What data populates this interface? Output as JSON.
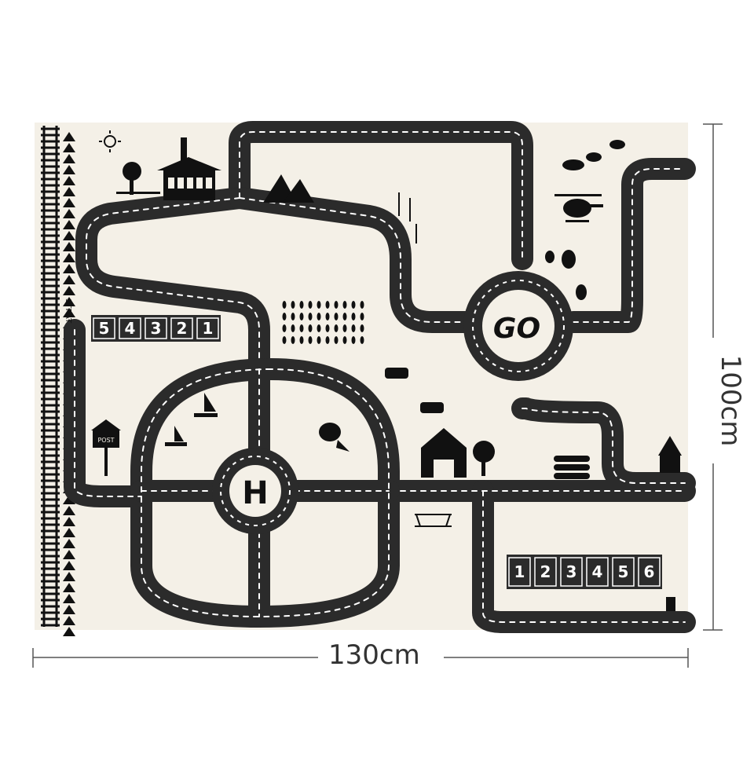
{
  "dimensions": {
    "width_label": "130cm",
    "height_label": "100cm"
  },
  "mat": {
    "center_sign": "GO",
    "helipad_sign": "H",
    "start_label": "STRAT",
    "post_label": "POST",
    "parking_left": [
      "5",
      "4",
      "3",
      "2",
      "1"
    ],
    "parking_right": [
      "1",
      "2",
      "3",
      "4",
      "5",
      "6"
    ]
  },
  "colors": {
    "mat": "#f4f0e7",
    "road": "#2b2b2b",
    "ink": "#111111",
    "dash": "#ffffff"
  }
}
